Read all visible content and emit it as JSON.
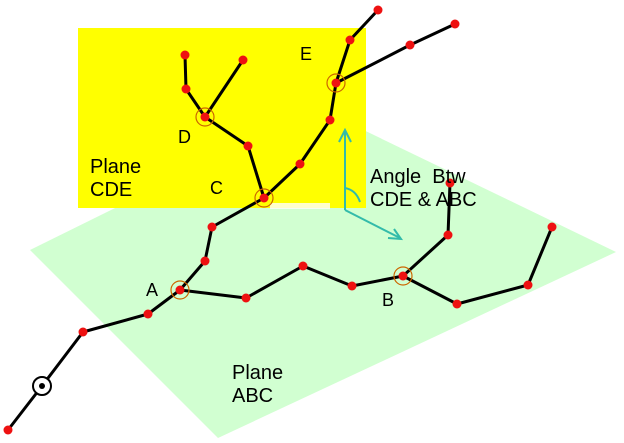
{
  "planes": {
    "cde": {
      "label_line1": "Plane",
      "label_line2": "CDE",
      "color": "#FFFF00"
    },
    "abc": {
      "label_line1": "Plane",
      "label_line2": "ABC",
      "color": "#CCFFCC"
    }
  },
  "angle": {
    "label_line1": "Angle  Btw",
    "label_line2": "CDE & ABC",
    "arrow_color": "#33BBAA"
  },
  "points": {
    "A": "A",
    "B": "B",
    "C": "C",
    "D": "D",
    "E": "E"
  },
  "colors": {
    "node": "#EE1111",
    "branch": "#000000",
    "branch_point_ring": "#CC6600"
  }
}
